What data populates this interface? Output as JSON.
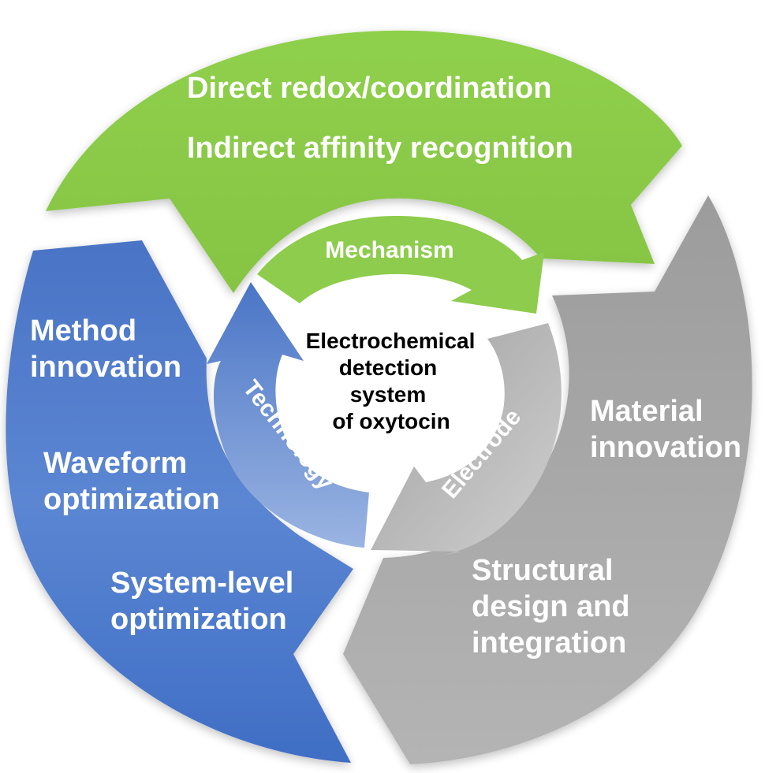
{
  "center": {
    "lines": [
      "Electrochemical",
      "detection",
      "system",
      "of oxytocin"
    ]
  },
  "mechanism": {
    "inner_label": "Mechanism",
    "items": [
      "Direct redox/coordination",
      "Indirect affinity recognition"
    ],
    "color": "#8dcc4c"
  },
  "electrode": {
    "inner_label": "Electrode",
    "items": [
      [
        "Material",
        "innovation"
      ],
      [
        "Structural",
        "design and",
        "integration"
      ]
    ],
    "color": "#a6a6a6"
  },
  "technology": {
    "inner_label": "Technology",
    "items": [
      [
        "Method",
        "innovation"
      ],
      [
        "Waveform",
        "optimization"
      ],
      [
        "System-level",
        "optimization"
      ]
    ],
    "color": "#4472c4"
  }
}
